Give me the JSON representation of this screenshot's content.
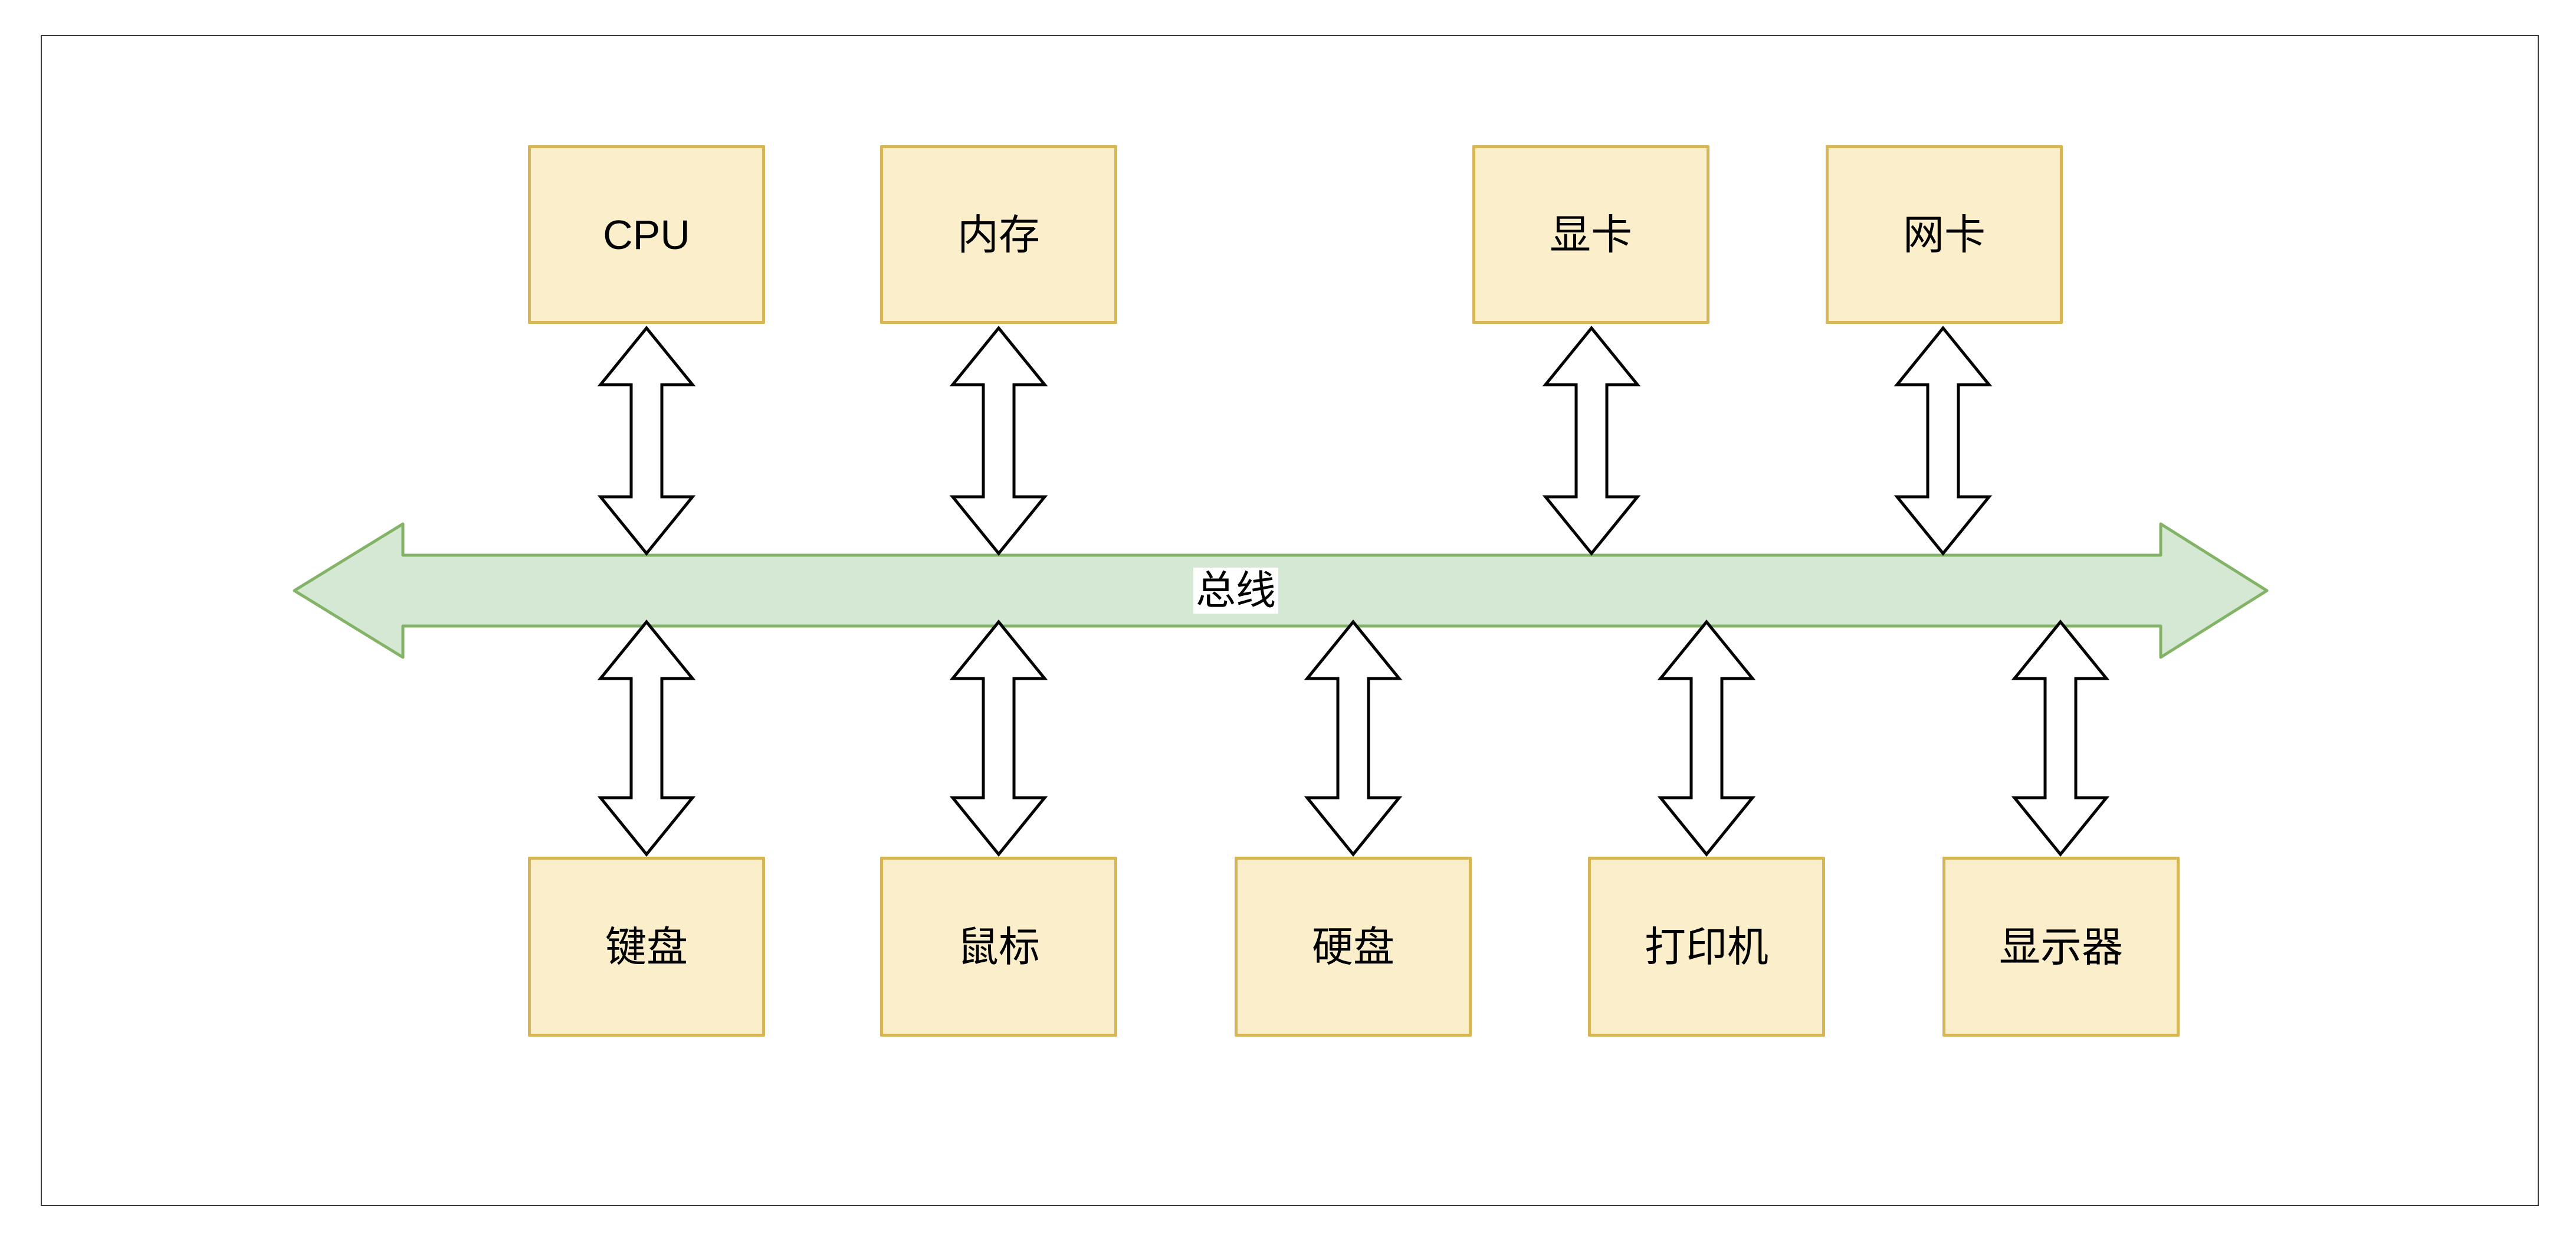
{
  "diagram": {
    "bus": {
      "label": "总线"
    },
    "top_devices": [
      {
        "id": "cpu",
        "label": "CPU"
      },
      {
        "id": "memory",
        "label": "内存"
      },
      {
        "id": "graphics-card",
        "label": "显卡"
      },
      {
        "id": "network-card",
        "label": "网卡"
      }
    ],
    "bottom_devices": [
      {
        "id": "keyboard",
        "label": "键盘"
      },
      {
        "id": "mouse",
        "label": "鼠标"
      },
      {
        "id": "hard-disk",
        "label": "硬盘"
      },
      {
        "id": "printer",
        "label": "打印机"
      },
      {
        "id": "monitor",
        "label": "显示器"
      }
    ],
    "connections": [
      "CPU-总线",
      "内存-总线",
      "显卡-总线",
      "网卡-总线",
      "键盘-总线",
      "鼠标-总线",
      "硬盘-总线",
      "打印机-总线",
      "显示器-总线"
    ],
    "colors": {
      "device_fill": "#FBEECB",
      "device_border": "#D6B656",
      "bus_fill": "#D5E8D4",
      "bus_border": "#82B366",
      "connector_fill": "#FFFFFF",
      "connector_stroke": "#000000",
      "frame_border": "#3C3C3C",
      "label_text": "#000000",
      "canvas_bg": "#FFFFFF"
    }
  }
}
